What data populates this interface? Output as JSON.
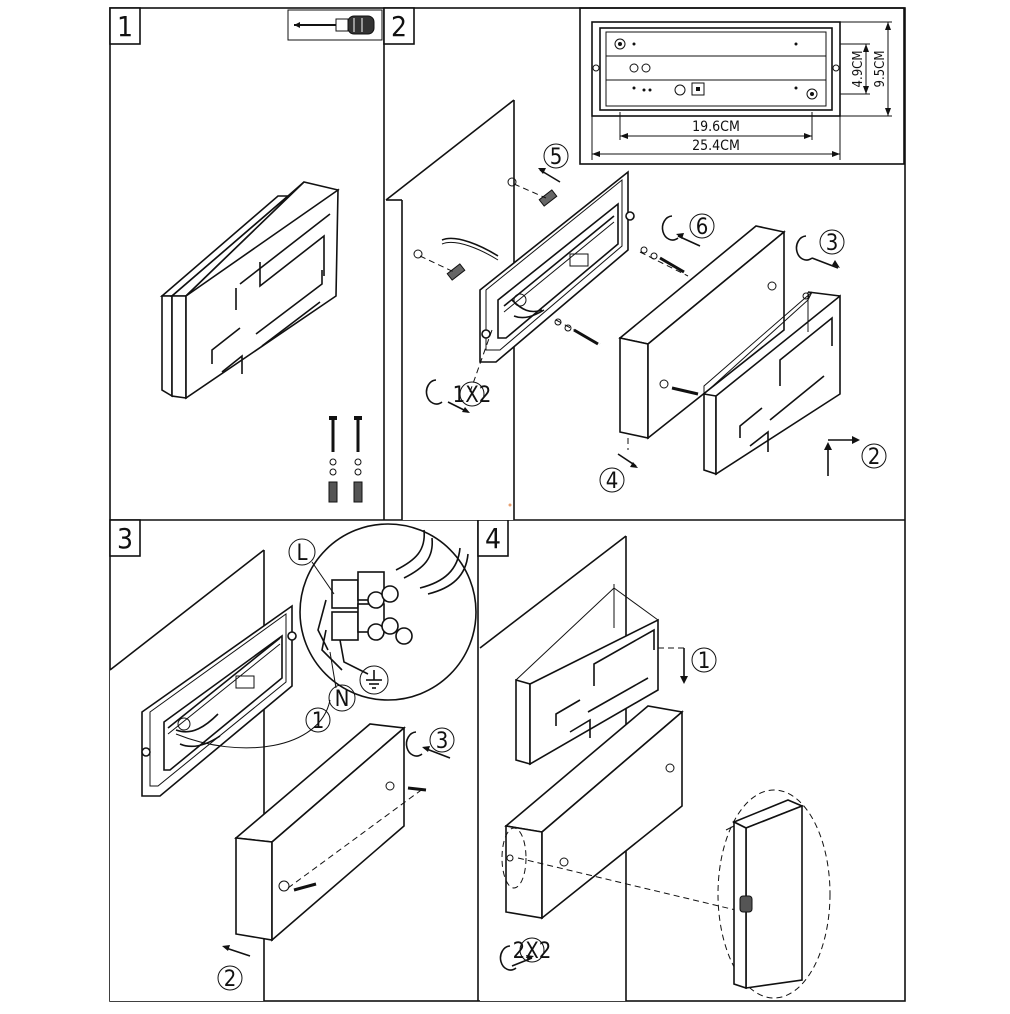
{
  "panels": [
    {
      "number": "1"
    },
    {
      "number": "2"
    },
    {
      "number": "3"
    },
    {
      "number": "4"
    }
  ],
  "dimensions": {
    "inner_width": "19.6CM",
    "outer_width": "25.4CM",
    "inner_height": "4.9CM",
    "outer_height": "9.5CM"
  },
  "panel2_steps": {
    "s1": "1X2",
    "s2": "2",
    "s3": "3",
    "s4": "4",
    "s5": "5",
    "s6": "6"
  },
  "panel3_steps": {
    "s1": "1",
    "s2": "2",
    "s3": "3"
  },
  "panel3_wiring": {
    "live": "L",
    "neutral": "N"
  },
  "panel4_steps": {
    "s1": "1",
    "s2": "2X2"
  }
}
